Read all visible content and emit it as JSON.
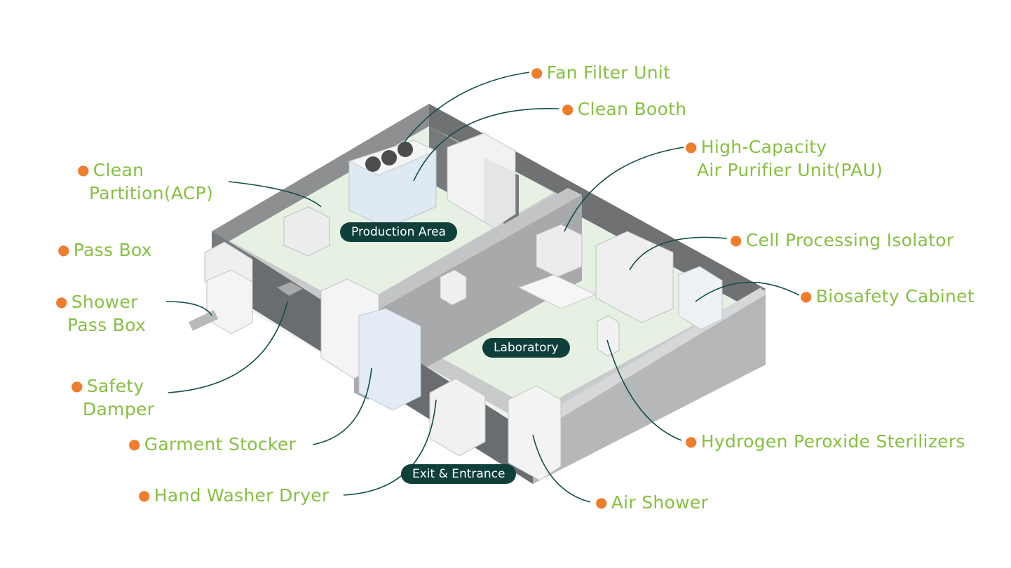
{
  "labels": {
    "fan_filter_unit": "Fan Filter Unit",
    "clean_booth": "Clean Booth",
    "pau_line1": "High-Capacity",
    "pau_line2": "Air Purifier Unit(PAU)",
    "acp_line1": "Clean",
    "acp_line2": "Partition(ACP)",
    "pass_box": "Pass Box",
    "cell_processing_isolator": "Cell Processing Isolator",
    "biosafety_cabinet": "Biosafety Cabinet",
    "shower_pass_box_line1": "Shower",
    "shower_pass_box_line2": "Pass Box",
    "safety_damper_line1": "Safety",
    "safety_damper_line2": "Damper",
    "garment_stocker": "Garment Stocker",
    "hydrogen_peroxide_sterilizers": "Hydrogen Peroxide Sterilizers",
    "hand_washer_dryer": "Hand Washer Dryer",
    "air_shower": "Air Shower"
  },
  "areas": {
    "production": "Production Area",
    "laboratory": "Laboratory",
    "exit_entrance": "Exit & Entrance"
  },
  "colors": {
    "label_text": "#86c041",
    "bullet": "#ee7d2e",
    "area_badge": "#0f3f3b",
    "floor": "#e6f1e3",
    "wall": "#a7a9ab"
  }
}
